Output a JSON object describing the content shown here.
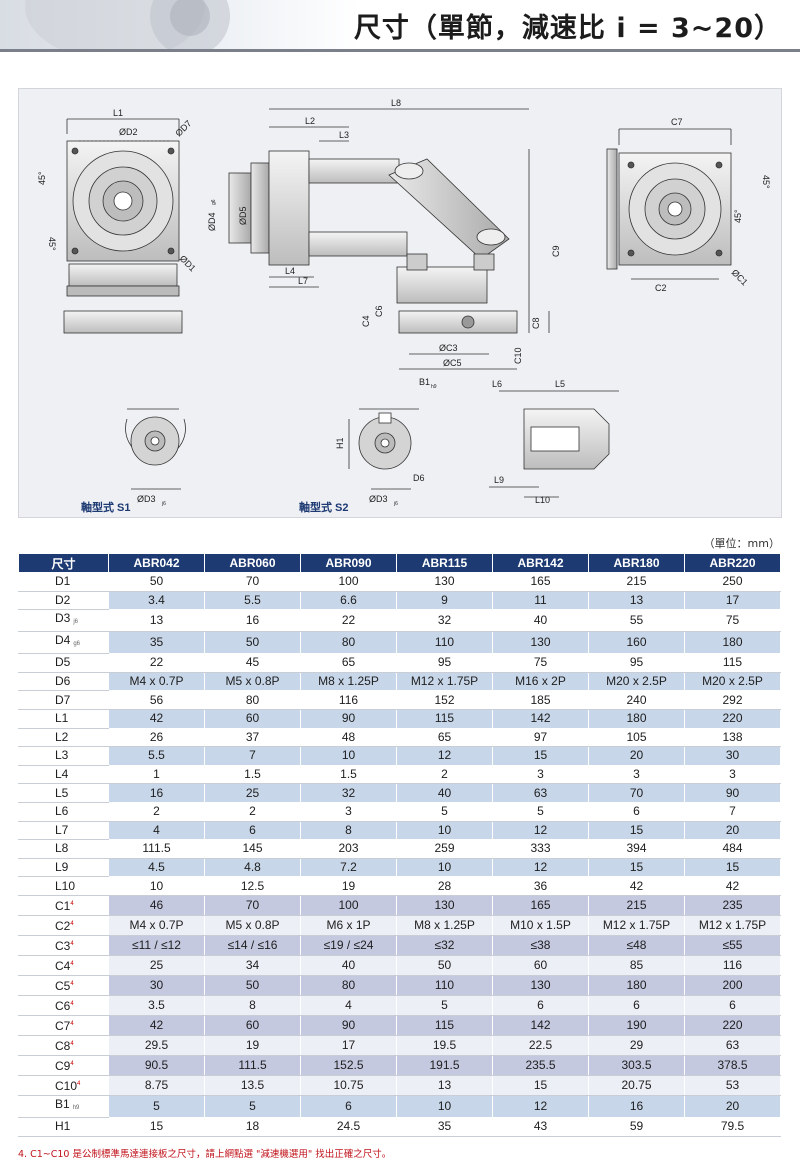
{
  "header": {
    "title": "尺寸（單節，減速比 i = 3~20）"
  },
  "drawing": {
    "labels": {
      "L1": "L1",
      "D2": "ØD2",
      "D7": "ØD7",
      "D1": "ØD1",
      "deg1": "45°",
      "deg2": "45°",
      "deg3": "45°",
      "deg4": "45°",
      "L8": "L8",
      "L2": "L2",
      "L3": "L3",
      "L4": "L4",
      "L7": "L7",
      "D4": "ØD4",
      "D4sub": "g6",
      "D5": "ØD5",
      "C4": "C4",
      "C6": "C6",
      "C8": "C8",
      "C9": "C9",
      "C10": "C10",
      "C3": "ØC3",
      "C5": "ØC5",
      "C7": "C7",
      "C2": "C2",
      "C1": "ØC1",
      "B1": "B1",
      "B1sub": "h9",
      "H1": "H1",
      "D6": "D6",
      "L6": "L6",
      "L5": "L5",
      "L9": "L9",
      "L10": "L10",
      "D3a": "ØD3",
      "D3asub": "j6",
      "D3b": "ØD3",
      "D3bsub": "j6",
      "shaftS1": "軸型式 S1",
      "shaftS2": "軸型式 S2"
    }
  },
  "unit": "（單位：mm）",
  "table": {
    "header": [
      "尺寸",
      "ABR042",
      "ABR060",
      "ABR090",
      "ABR115",
      "ABR142",
      "ABR180",
      "ABR220"
    ],
    "rows": [
      {
        "label": "D1",
        "sub": "",
        "sup": "",
        "values": [
          "50",
          "70",
          "100",
          "130",
          "165",
          "215",
          "250"
        ]
      },
      {
        "label": "D2",
        "sub": "",
        "sup": "",
        "values": [
          "3.4",
          "5.5",
          "6.6",
          "9",
          "11",
          "13",
          "17"
        ]
      },
      {
        "label": "D3",
        "sub": "j6",
        "sup": "",
        "values": [
          "13",
          "16",
          "22",
          "32",
          "40",
          "55",
          "75"
        ]
      },
      {
        "label": "D4",
        "sub": "g6",
        "sup": "",
        "values": [
          "35",
          "50",
          "80",
          "110",
          "130",
          "160",
          "180"
        ]
      },
      {
        "label": "D5",
        "sub": "",
        "sup": "",
        "values": [
          "22",
          "45",
          "65",
          "95",
          "75",
          "95",
          "115"
        ]
      },
      {
        "label": "D6",
        "sub": "",
        "sup": "",
        "values": [
          "M4 x 0.7P",
          "M5 x 0.8P",
          "M8 x 1.25P",
          "M12 x 1.75P",
          "M16 x 2P",
          "M20 x 2.5P",
          "M20 x 2.5P"
        ]
      },
      {
        "label": "D7",
        "sub": "",
        "sup": "",
        "values": [
          "56",
          "80",
          "116",
          "152",
          "185",
          "240",
          "292"
        ]
      },
      {
        "label": "L1",
        "sub": "",
        "sup": "",
        "values": [
          "42",
          "60",
          "90",
          "115",
          "142",
          "180",
          "220"
        ]
      },
      {
        "label": "L2",
        "sub": "",
        "sup": "",
        "values": [
          "26",
          "37",
          "48",
          "65",
          "97",
          "105",
          "138"
        ]
      },
      {
        "label": "L3",
        "sub": "",
        "sup": "",
        "values": [
          "5.5",
          "7",
          "10",
          "12",
          "15",
          "20",
          "30"
        ]
      },
      {
        "label": "L4",
        "sub": "",
        "sup": "",
        "values": [
          "1",
          "1.5",
          "1.5",
          "2",
          "3",
          "3",
          "3"
        ]
      },
      {
        "label": "L5",
        "sub": "",
        "sup": "",
        "values": [
          "16",
          "25",
          "32",
          "40",
          "63",
          "70",
          "90"
        ]
      },
      {
        "label": "L6",
        "sub": "",
        "sup": "",
        "values": [
          "2",
          "2",
          "3",
          "5",
          "5",
          "6",
          "7"
        ]
      },
      {
        "label": "L7",
        "sub": "",
        "sup": "",
        "values": [
          "4",
          "6",
          "8",
          "10",
          "12",
          "15",
          "20"
        ]
      },
      {
        "label": "L8",
        "sub": "",
        "sup": "",
        "values": [
          "111.5",
          "145",
          "203",
          "259",
          "333",
          "394",
          "484"
        ]
      },
      {
        "label": "L9",
        "sub": "",
        "sup": "",
        "values": [
          "4.5",
          "4.8",
          "7.2",
          "10",
          "12",
          "15",
          "15"
        ]
      },
      {
        "label": "L10",
        "sub": "",
        "sup": "",
        "values": [
          "10",
          "12.5",
          "19",
          "28",
          "36",
          "42",
          "42"
        ]
      },
      {
        "label": "C1",
        "sub": "",
        "sup": "4",
        "values": [
          "46",
          "70",
          "100",
          "130",
          "165",
          "215",
          "235"
        ]
      },
      {
        "label": "C2",
        "sub": "",
        "sup": "4",
        "values": [
          "M4 x 0.7P",
          "M5 x 0.8P",
          "M6 x 1P",
          "M8 x 1.25P",
          "M10 x 1.5P",
          "M12 x 1.75P",
          "M12 x 1.75P"
        ]
      },
      {
        "label": "C3",
        "sub": "",
        "sup": "4",
        "values": [
          "≤11 / ≤12",
          "≤14 / ≤16",
          "≤19 / ≤24",
          "≤32",
          "≤38",
          "≤48",
          "≤55"
        ]
      },
      {
        "label": "C4",
        "sub": "",
        "sup": "4",
        "values": [
          "25",
          "34",
          "40",
          "50",
          "60",
          "85",
          "116"
        ]
      },
      {
        "label": "C5",
        "sub": "",
        "sup": "4",
        "values": [
          "30",
          "50",
          "80",
          "110",
          "130",
          "180",
          "200"
        ]
      },
      {
        "label": "C6",
        "sub": "",
        "sup": "4",
        "values": [
          "3.5",
          "8",
          "4",
          "5",
          "6",
          "6",
          "6"
        ]
      },
      {
        "label": "C7",
        "sub": "",
        "sup": "4",
        "values": [
          "42",
          "60",
          "90",
          "115",
          "142",
          "190",
          "220"
        ]
      },
      {
        "label": "C8",
        "sub": "",
        "sup": "4",
        "values": [
          "29.5",
          "19",
          "17",
          "19.5",
          "22.5",
          "29",
          "63"
        ]
      },
      {
        "label": "C9",
        "sub": "",
        "sup": "4",
        "values": [
          "90.5",
          "111.5",
          "152.5",
          "191.5",
          "235.5",
          "303.5",
          "378.5"
        ]
      },
      {
        "label": "C10",
        "sub": "",
        "sup": "4",
        "values": [
          "8.75",
          "13.5",
          "10.75",
          "13",
          "15",
          "20.75",
          "53"
        ]
      },
      {
        "label": "B1",
        "sub": "h9",
        "sup": "",
        "values": [
          "5",
          "5",
          "6",
          "10",
          "12",
          "16",
          "20"
        ]
      },
      {
        "label": "H1",
        "sub": "",
        "sup": "",
        "values": [
          "15",
          "18",
          "24.5",
          "35",
          "43",
          "59",
          "79.5"
        ]
      }
    ]
  },
  "footnote": "4. C1~C10 是公制標準馬達連接板之尺寸，請上網點選 \"減速機選用\" 找出正確之尺寸。"
}
